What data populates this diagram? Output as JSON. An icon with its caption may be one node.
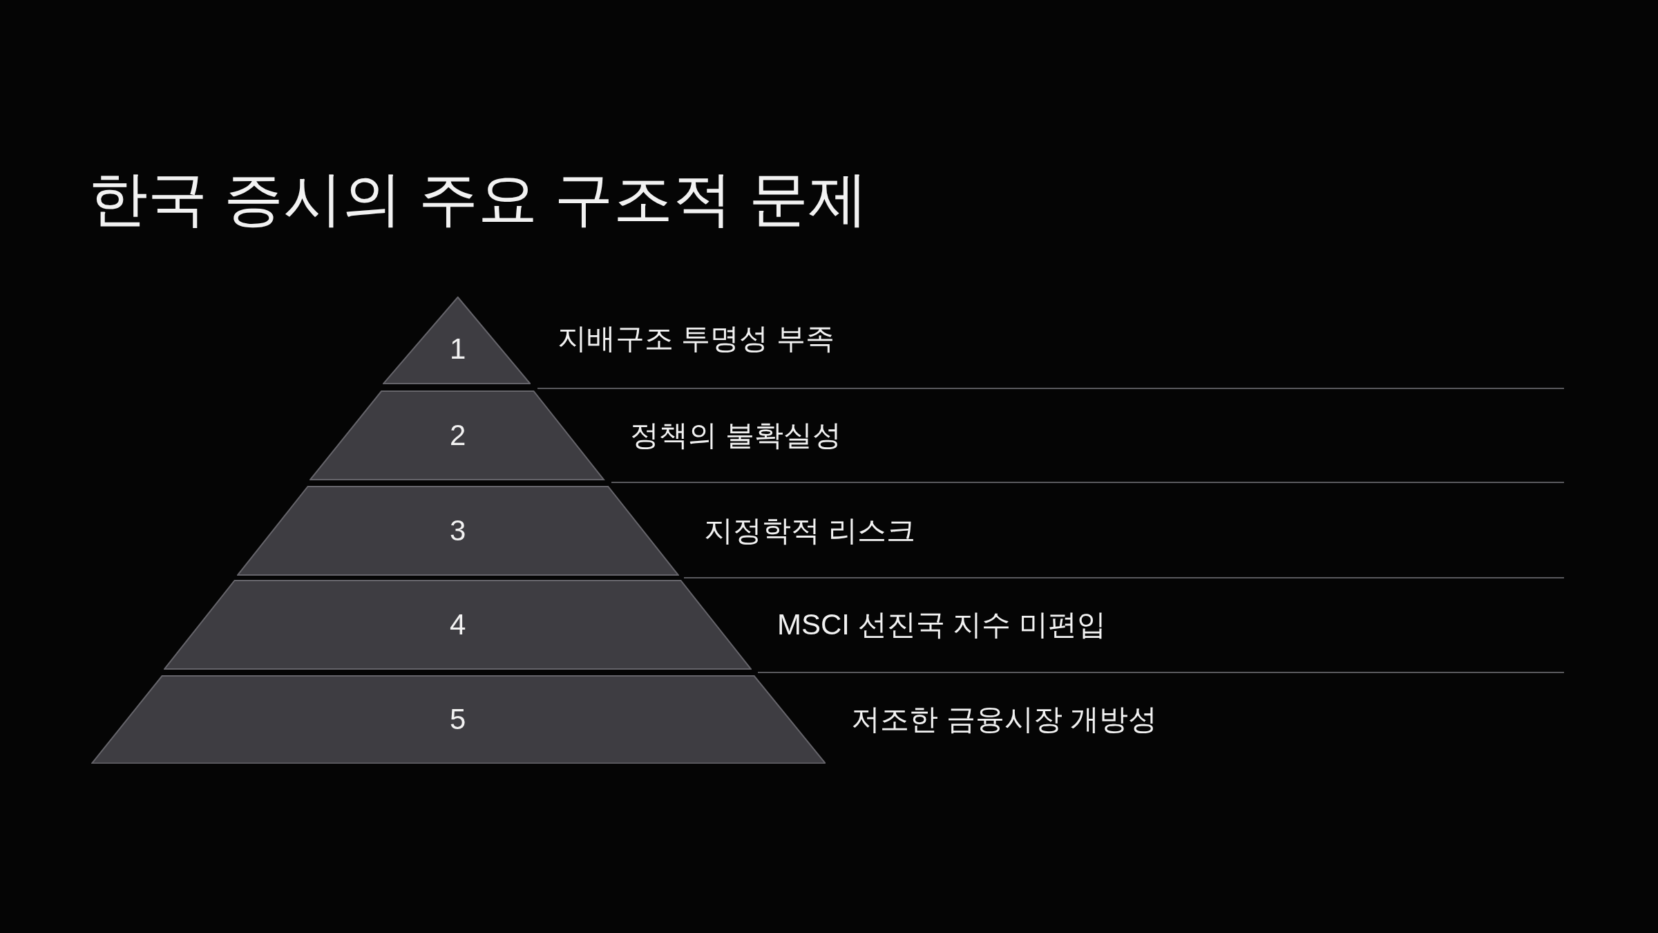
{
  "diagram": {
    "title": "한국 증시의 주요 구조적 문제",
    "nodes": [
      {
        "text": [
          "1"
        ],
        "beside": [
          "지배구조 투명성 부족"
        ]
      },
      {
        "text": [
          "2"
        ],
        "beside": [
          "정책의 불확실성"
        ]
      },
      {
        "text": [
          "3"
        ],
        "beside": [
          "지정학적 리스크"
        ]
      },
      {
        "text": [
          "4"
        ],
        "beside": [
          "MSCI 선진국 지수 미편입"
        ]
      },
      {
        "text": [
          "5"
        ],
        "beside": [
          "저조한 금융시장 개방성"
        ]
      }
    ],
    "edges": []
  }
}
